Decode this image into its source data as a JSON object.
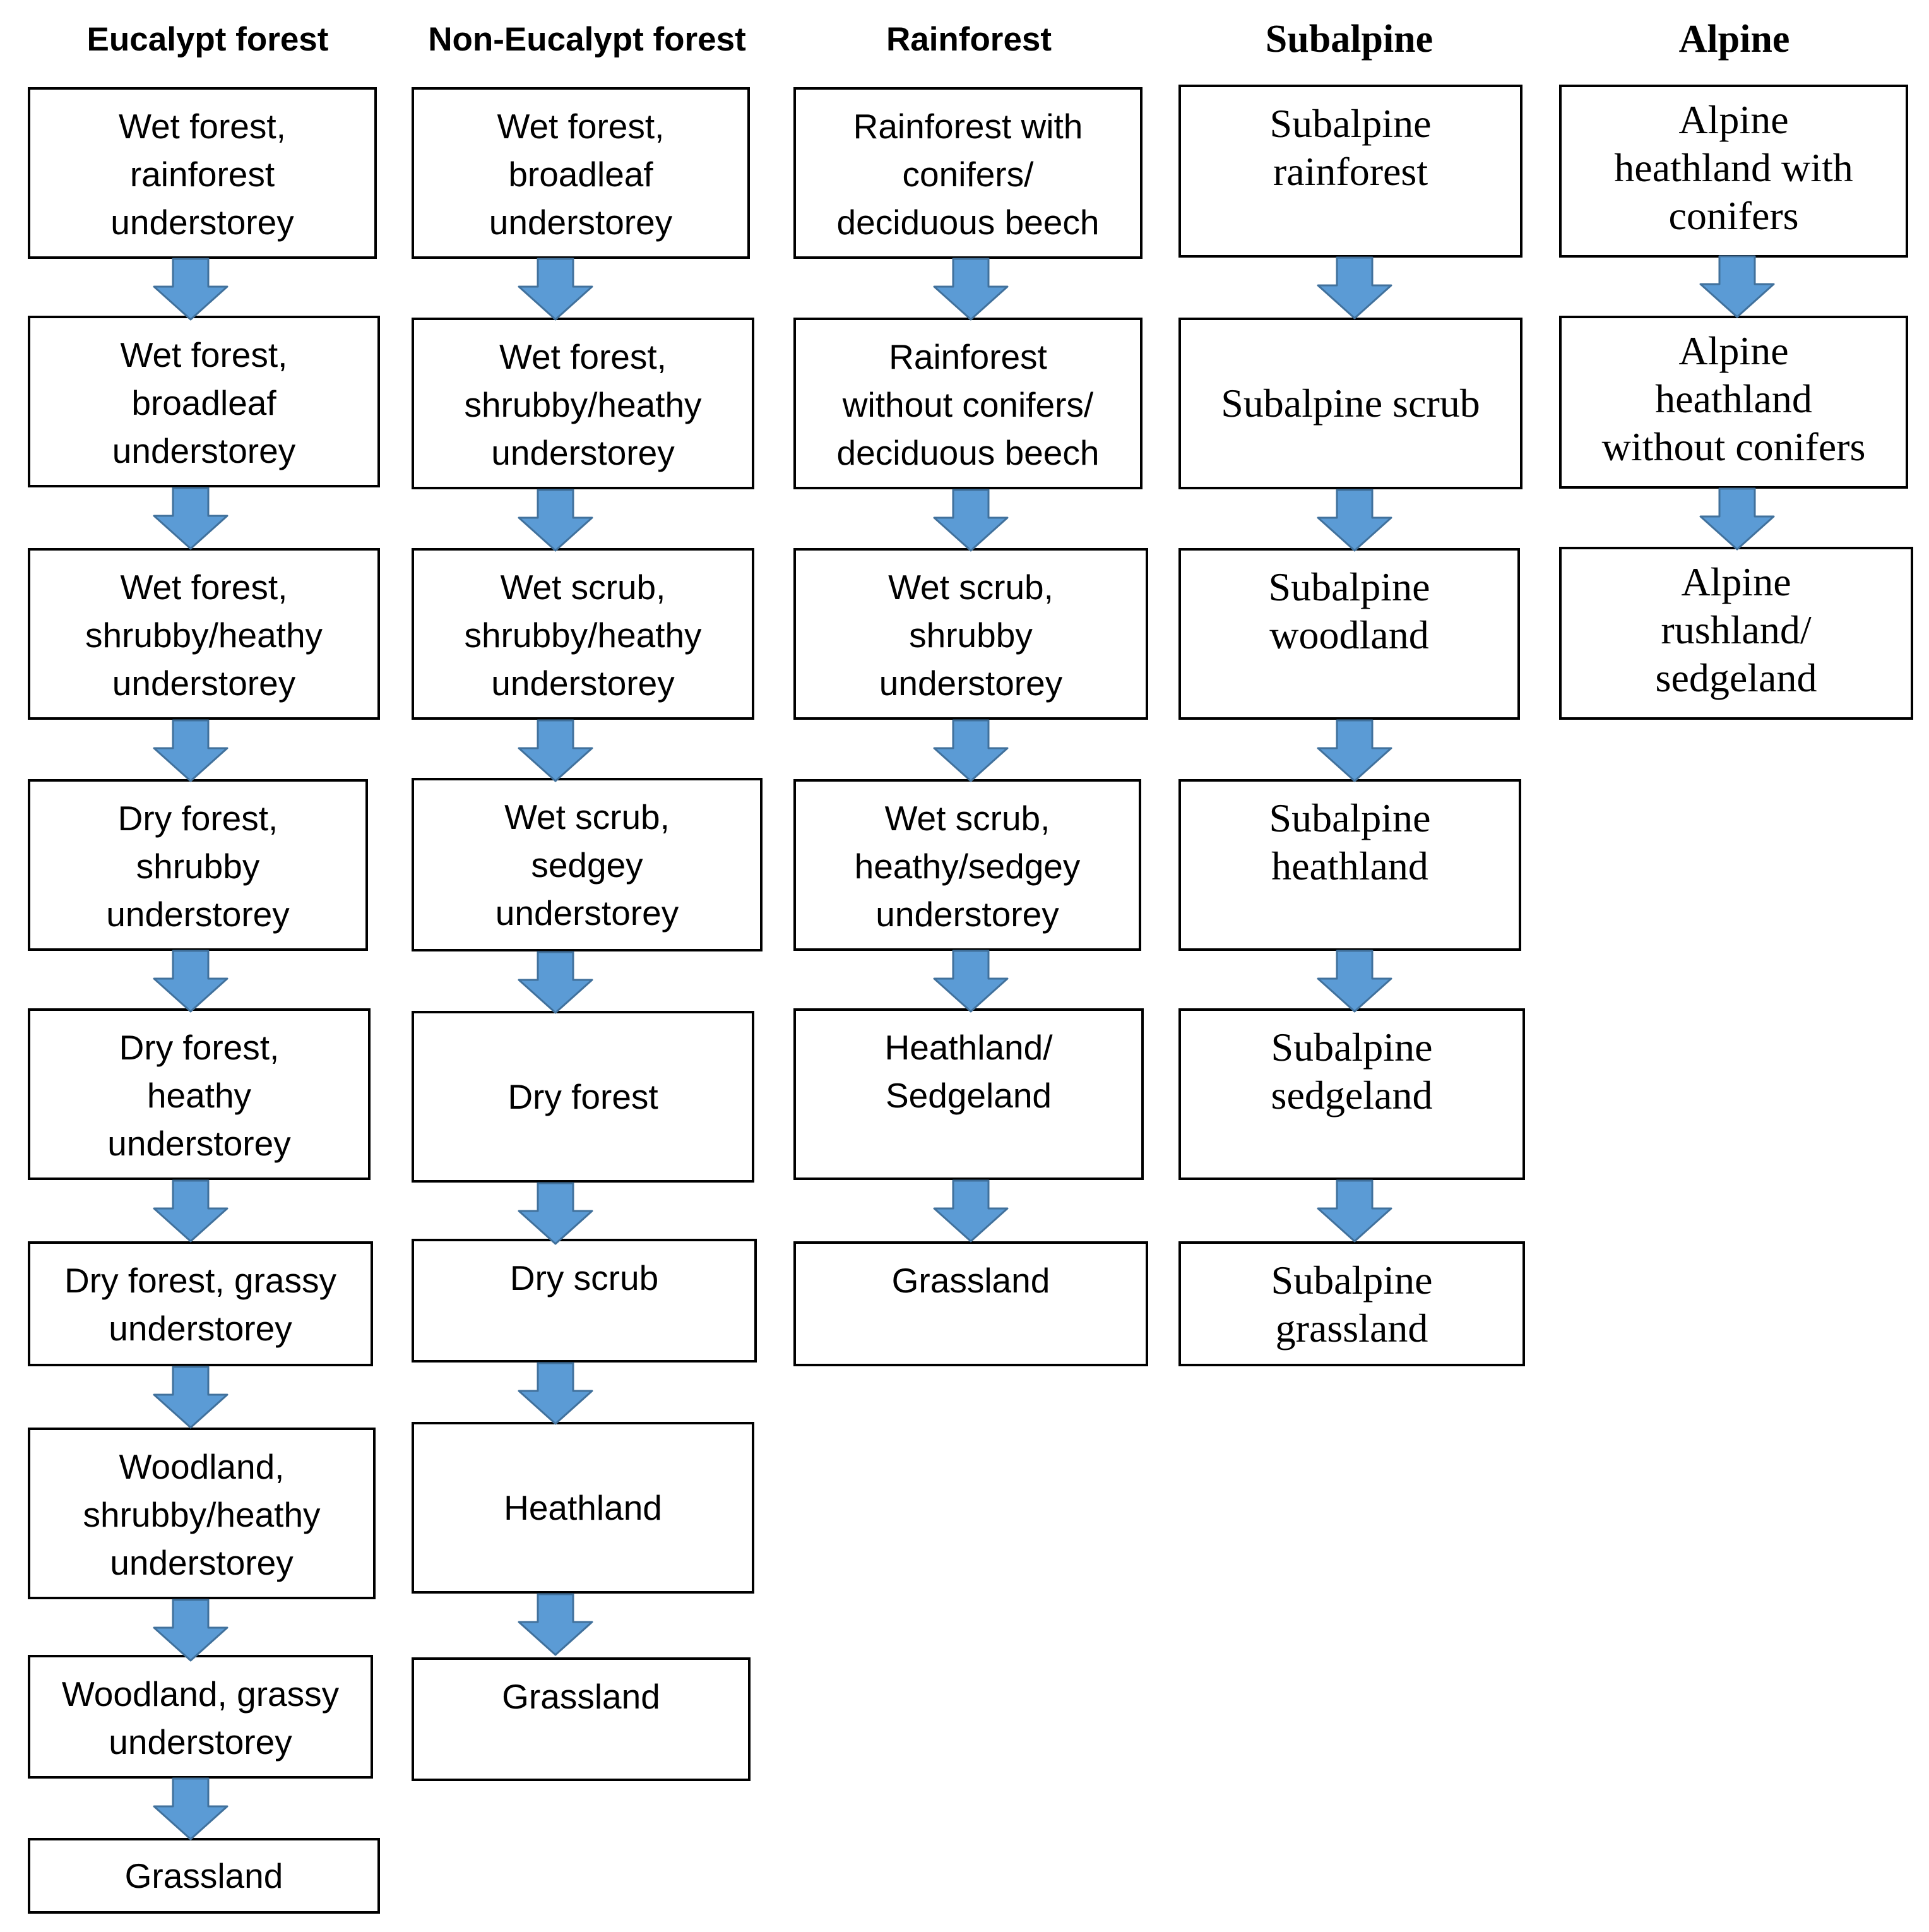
{
  "diagram": {
    "arrow_color": "#5b9bd5",
    "arrow_stroke": "#41719c",
    "columns": [
      {
        "title": "Eucalypt forest",
        "boxes": [
          "Wet forest,\nrainforest\nunderstorey",
          "Wet forest,\nbroadleaf\nunderstorey",
          "Wet forest,\nshrubby/heathy\nunderstorey",
          "Dry forest,\nshrubby\nunderstorey",
          "Dry forest,\nheathy\nunderstorey",
          "Dry forest, grassy\nunderstorey",
          "Woodland,\nshrubby/heathy\nunderstorey",
          "Woodland, grassy\nunderstorey",
          "Grassland"
        ]
      },
      {
        "title": "Non-Eucalypt forest",
        "boxes": [
          "Wet forest,\nbroadleaf\nunderstorey",
          "Wet forest,\nshrubby/heathy\nunderstorey",
          "Wet scrub,\nshrubby/heathy\nunderstorey",
          "Wet scrub,\nsedgey\nunderstorey",
          "Dry forest",
          "Dry scrub",
          "Heathland",
          "Grassland"
        ]
      },
      {
        "title": "Rainforest",
        "boxes": [
          "Rainforest with\nconifers/\ndeciduous beech",
          "Rainforest\nwithout conifers/\ndeciduous beech",
          "Wet scrub,\nshrubby\nunderstorey",
          "Wet scrub,\nheathy/sedgey\nunderstorey",
          "Heathland/\nSedgeland",
          "Grassland"
        ]
      },
      {
        "title": "Subalpine",
        "boxes": [
          "Subalpine\nrainforest",
          "Subalpine scrub",
          "Subalpine\nwoodland",
          "Subalpine\nheathland",
          "Subalpine\nsedgeland",
          "Subalpine\ngrassland"
        ]
      },
      {
        "title": "Alpine",
        "boxes": [
          "Alpine\nheathland with\nconifers",
          "Alpine\nheathland\nwithout conifers",
          "Alpine\nrushland/\nsedgeland"
        ]
      }
    ]
  }
}
